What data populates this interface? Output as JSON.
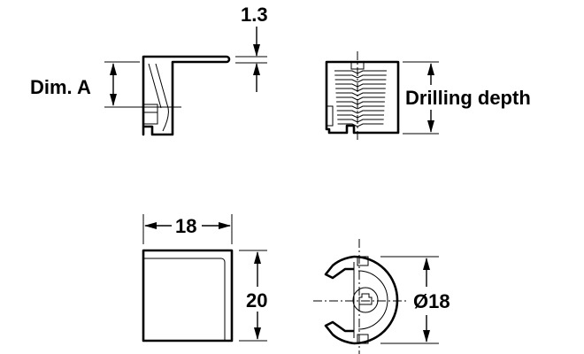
{
  "labels": {
    "dim_a": "Dim. A",
    "thickness": "1.3",
    "drilling_depth": "Drilling depth",
    "width": "18",
    "height": "20",
    "diameter": "Ø18"
  }
}
